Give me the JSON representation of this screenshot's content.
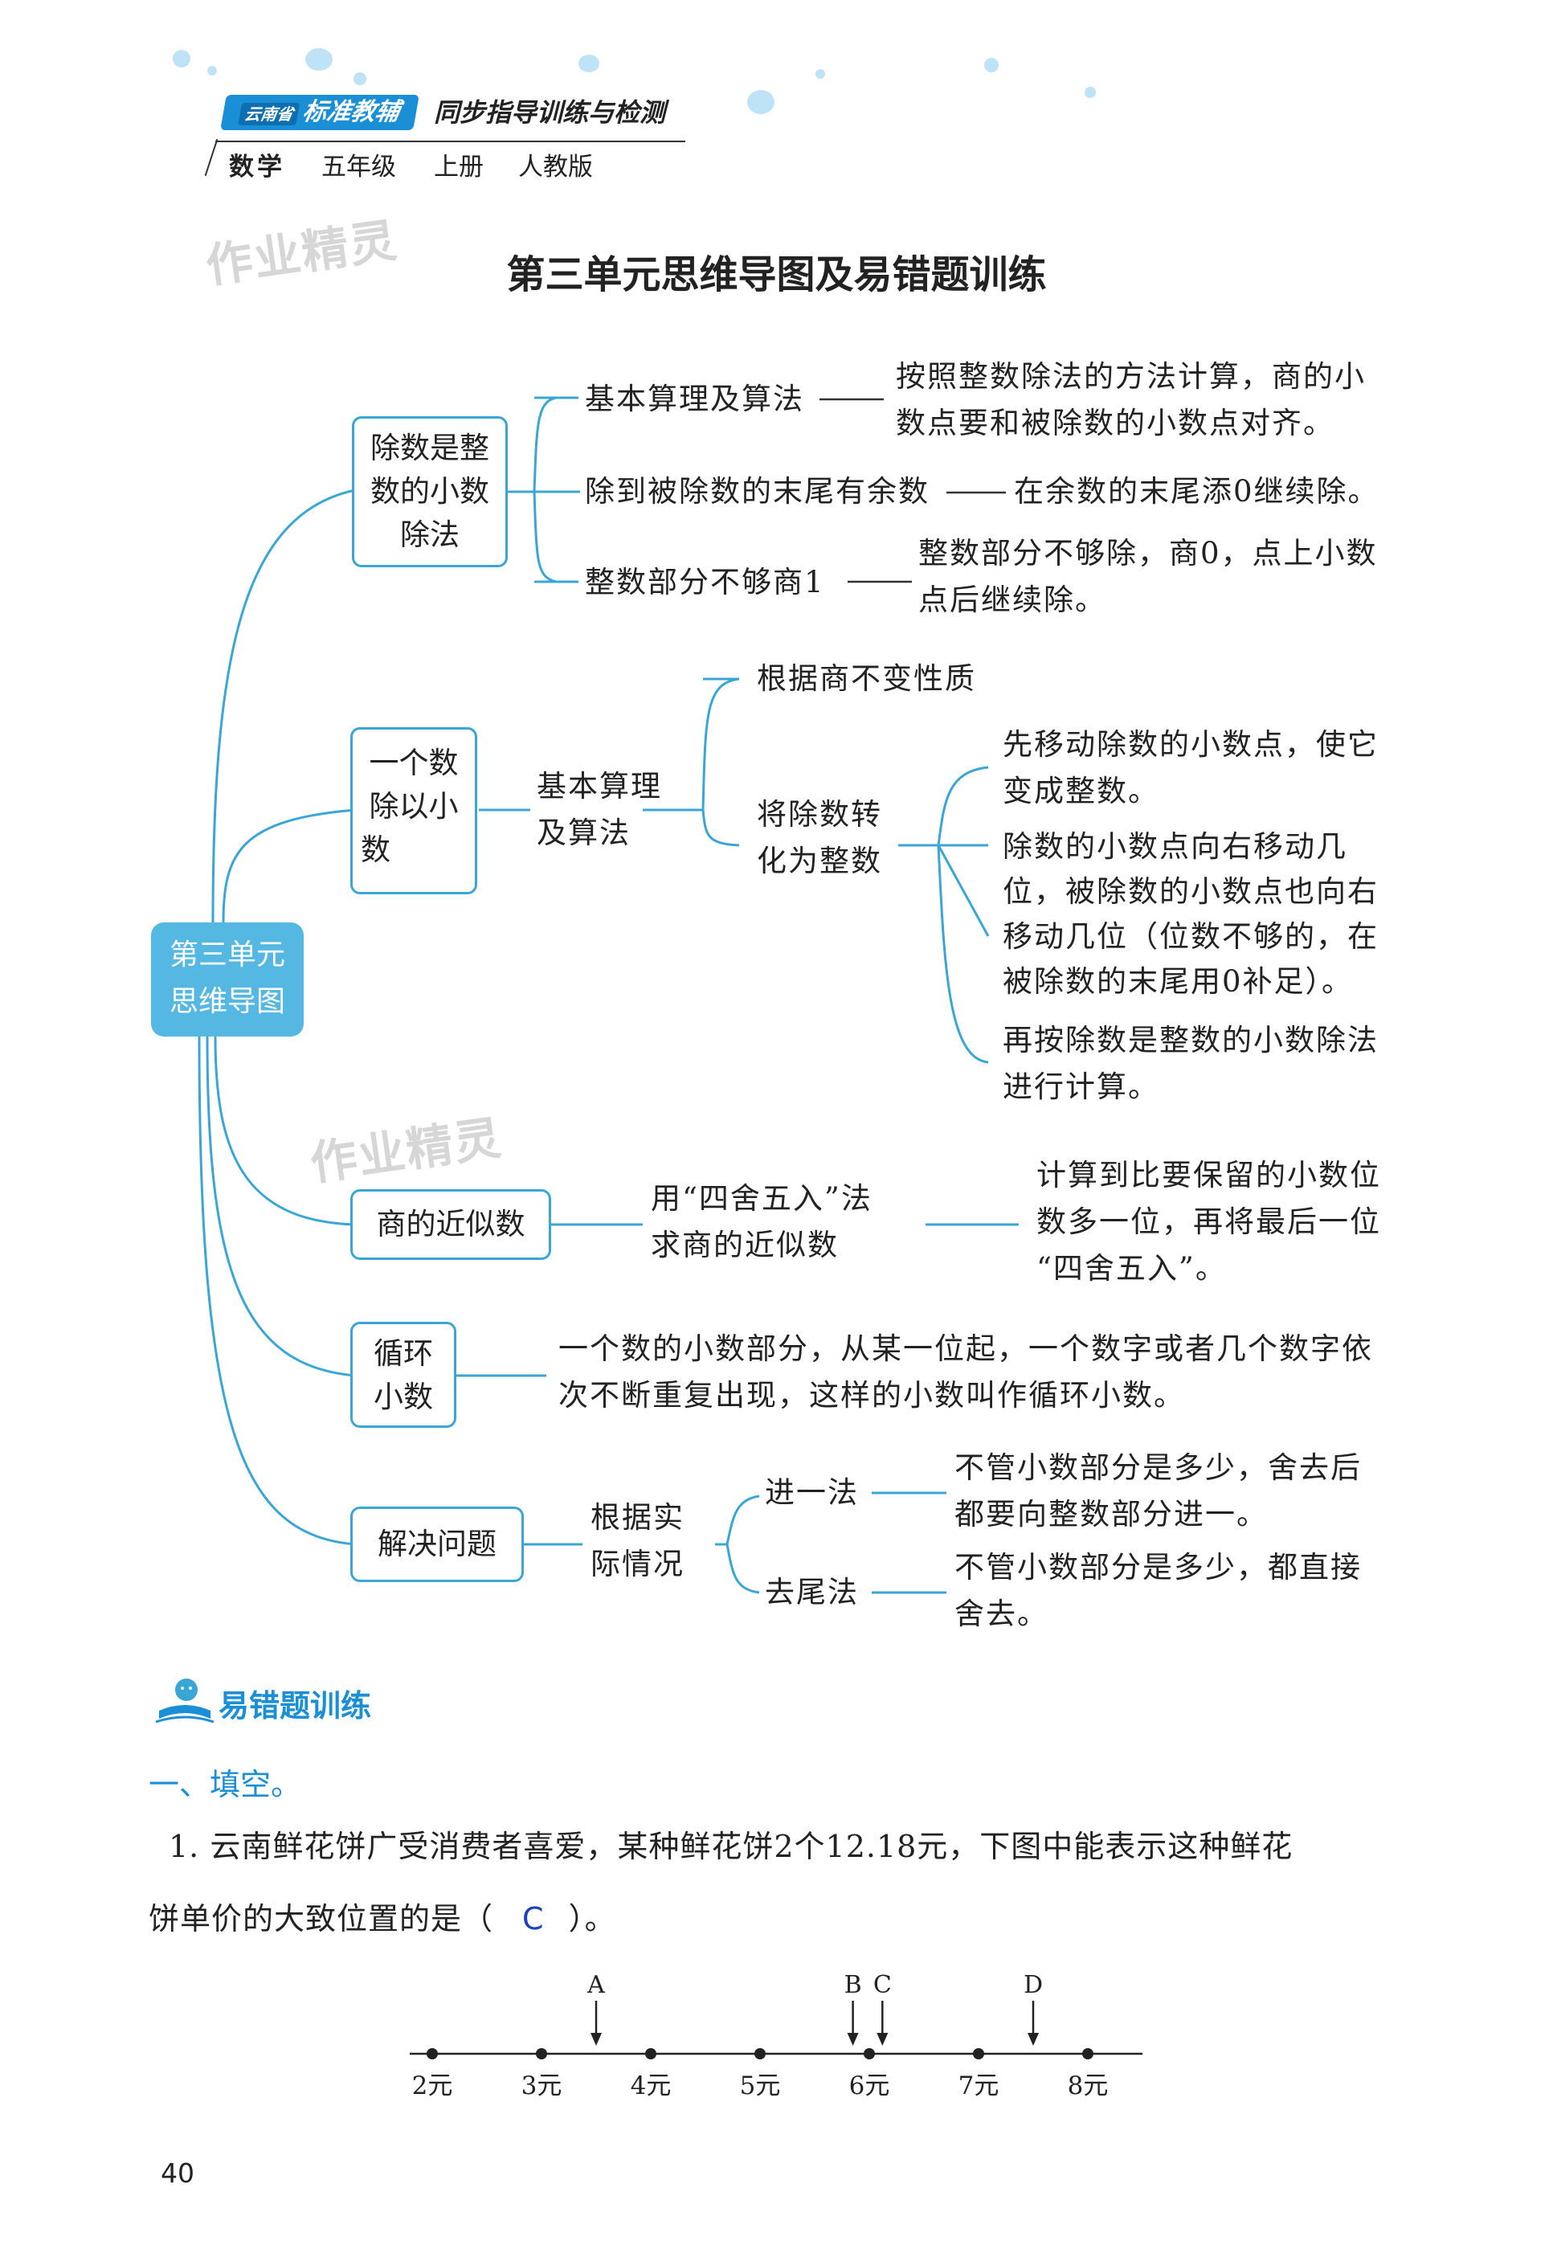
{
  "header": {
    "brand_publisher": "云南省",
    "brand_name": "标准教辅",
    "subtitle": "同步指导训练与检测",
    "subject": "数学",
    "grade": "五年级",
    "volume": "上册",
    "edition": "人教版"
  },
  "watermark": "作业精灵",
  "title": "第三单元思维导图及易错题训练",
  "mindmap": {
    "root": [
      "第三单元",
      "思维导图"
    ],
    "b1": {
      "box": [
        "除数是整",
        "数的小数",
        "除法"
      ],
      "l1": "基本算理及算法",
      "l1_desc": [
        "按照整数除法的方法计算，商的小",
        "数点要和被除数的小数点对齐。"
      ],
      "l2": "除到被除数的末尾有余数",
      "l2_desc": "在余数的末尾添0继续除。",
      "l3": "整数部分不够商1",
      "l3_desc": [
        "整数部分不够除，商0，点上小数",
        "点后继续除。"
      ]
    },
    "b2": {
      "box": [
        "一个数",
        "除以小",
        "数"
      ],
      "mid": [
        "基本算理",
        "及算法"
      ],
      "s1": "根据商不变性质",
      "s2": [
        "将除数转",
        "化为整数"
      ],
      "d1": [
        "先移动除数的小数点，使它",
        "变成整数。"
      ],
      "d2": [
        "除数的小数点向右移动几",
        "位，被除数的小数点也向右",
        "移动几位（位数不够的，在",
        "被除数的末尾用0补足）。"
      ],
      "d3": [
        "再按除数是整数的小数除法",
        "进行计算。"
      ]
    },
    "b3": {
      "box": "商的近似数",
      "mid": [
        "用“四舍五入”法",
        "求商的近似数"
      ],
      "desc": [
        "计算到比要保留的小数位",
        "数多一位，再将最后一位",
        "“四舍五入”。"
      ]
    },
    "b4": {
      "box": [
        "循环",
        "小数"
      ],
      "desc": [
        "一个数的小数部分，从某一位起，一个数字或者几个数字依",
        "次不断重复出现，这样的小数叫作循环小数。"
      ]
    },
    "b5": {
      "box": "解决问题",
      "mid": [
        "根据实",
        "际情况"
      ],
      "m1": "进一法",
      "m1_desc": [
        "不管小数部分是多少，舍去后",
        "都要向整数部分进一。"
      ],
      "m2": "去尾法",
      "m2_desc": [
        "不管小数部分是多少，都直接",
        "舍去。"
      ]
    }
  },
  "section": {
    "title": "易错题训练",
    "part": "一、填空。",
    "q1_line1": "1. 云南鲜花饼广受消费者喜爱，某种鲜花饼2个12.18元，下图中能表示这种鲜花",
    "q1_line2_pre": "饼单价的大致位置的是（",
    "q1_answer": "C",
    "q1_line2_post": "）。",
    "numberline": {
      "ticks": [
        "2元",
        "3元",
        "4元",
        "5元",
        "6元",
        "7元",
        "8元"
      ],
      "markers": [
        {
          "label": "A",
          "value": 3.5
        },
        {
          "label": "B",
          "value": 5.85
        },
        {
          "label": "C",
          "value": 6.12
        },
        {
          "label": "D",
          "value": 7.5
        }
      ]
    }
  },
  "page_number": "40",
  "colors": {
    "accent": "#3aa6d6",
    "root_fill": "#55b8e3",
    "brand": "#1a8fd6",
    "answer": "#1a3fbf"
  }
}
